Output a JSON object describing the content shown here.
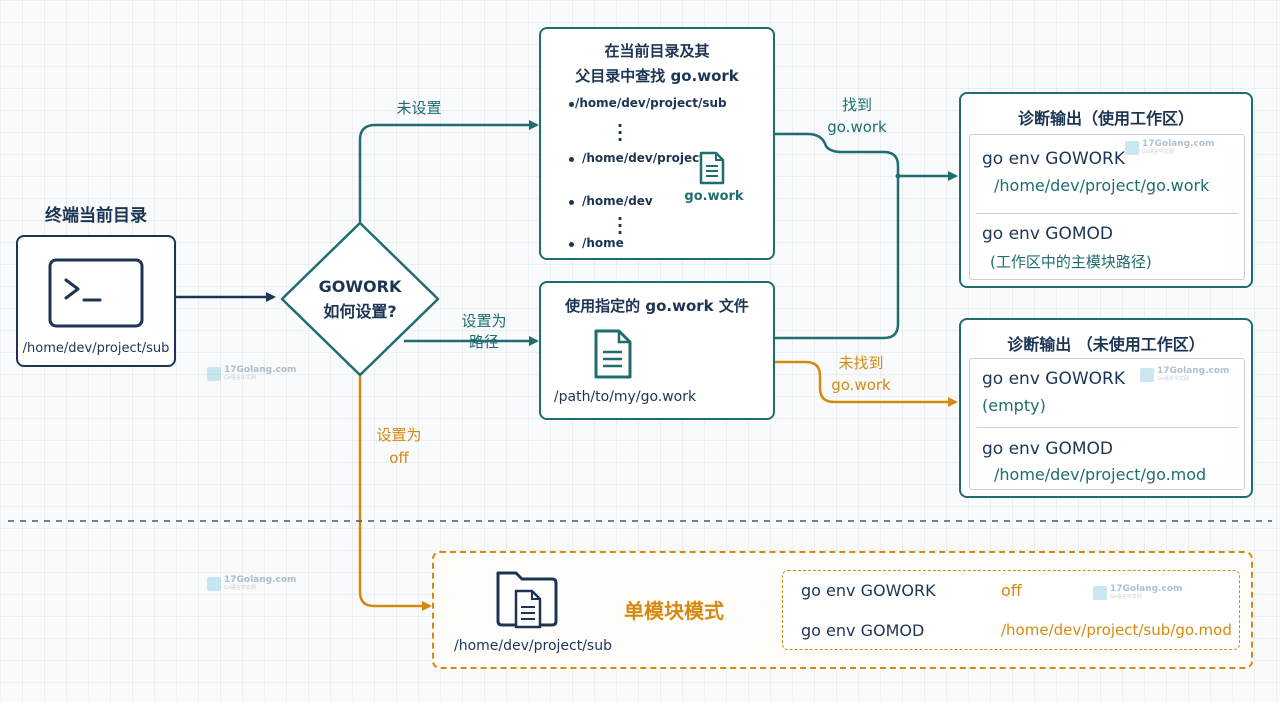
{
  "start": {
    "title": "终端当前目录",
    "path": "/home/dev/project/sub"
  },
  "decision": {
    "line1": "GOWORK",
    "line2": "如何设置?"
  },
  "edges": {
    "unset": "未设置",
    "set_path_1": "设置为",
    "set_path_2": "路径",
    "set_off_1": "设置为",
    "set_off_2": "off",
    "found_1": "找到",
    "found_2": "go.work",
    "notfound_1": "未找到",
    "notfound_2": "go.work"
  },
  "search_box": {
    "title_1": "在当前目录及其",
    "title_2": "父目录中查找 go.work",
    "paths": [
      "/home/dev/project/sub",
      "/home/dev/project",
      "/home/dev",
      "/home"
    ],
    "file_label": "go.work"
  },
  "path_box": {
    "title": "使用指定的 go.work 文件",
    "file_path": "/path/to/my/go.work"
  },
  "diag_workspace": {
    "title": "诊断输出（使用工作区）",
    "cmd1": "go env GOWORK",
    "val1": "/home/dev/project/go.work",
    "cmd2": "go env GOMOD",
    "val2": "(工作区中的主模块路径)"
  },
  "diag_noworkspace": {
    "title": "诊断输出 （未使用工作区）",
    "cmd1": "go env GOWORK",
    "val1": "(empty)",
    "cmd2": "go env GOMOD",
    "val2": "/home/dev/project/go.mod"
  },
  "single_module": {
    "path": "/home/dev/project/sub",
    "title": "单模块模式",
    "cmd1": "go env GOWORK",
    "val1": "off",
    "cmd2": "go env GOMOD",
    "val2": "/home/dev/project/sub/go.mod"
  },
  "watermark": {
    "text": "17Golang.com",
    "sub": "Go语言中文网"
  },
  "colors": {
    "navy": "#1c3554",
    "teal": "#1f6d70",
    "orange": "#d68910"
  },
  "icons": [
    "terminal-icon",
    "file-icon",
    "folder-file-icon"
  ]
}
